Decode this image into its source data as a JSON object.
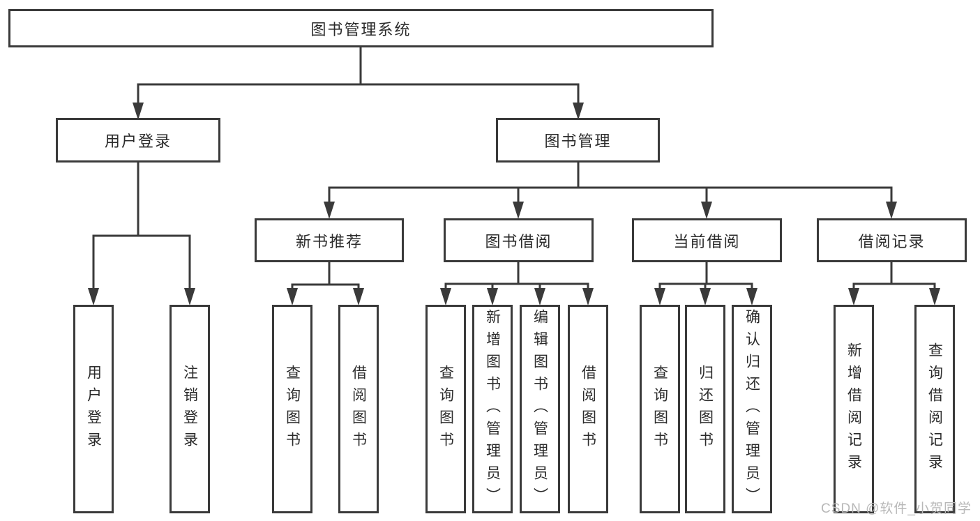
{
  "diagram": {
    "root": {
      "label": "图书管理系统"
    },
    "branches": [
      {
        "label": "用户登录",
        "children": [
          {
            "label": "用户登录"
          },
          {
            "label": "注销登录"
          }
        ]
      },
      {
        "label": "图书管理",
        "children": [
          {
            "label": "新书推荐",
            "children": [
              {
                "label": "查询图书"
              },
              {
                "label": "借阅图书"
              }
            ]
          },
          {
            "label": "图书借阅",
            "children": [
              {
                "label": "查询图书"
              },
              {
                "label": "新增图书（管理员）"
              },
              {
                "label": "编辑图书（管理员）"
              },
              {
                "label": "借阅图书"
              }
            ]
          },
          {
            "label": "当前借阅",
            "children": [
              {
                "label": "查询图书"
              },
              {
                "label": "归还图书"
              },
              {
                "label": "确认归还（管理员）"
              }
            ]
          },
          {
            "label": "借阅记录",
            "children": [
              {
                "label": "新增借阅记录"
              },
              {
                "label": "查询借阅记录"
              }
            ]
          }
        ]
      }
    ],
    "watermark": "CSDN @软件_小贺同学",
    "colors": {
      "line": "#3a3a3a",
      "text": "#2b2b2b",
      "watermark": "#b8b8b8",
      "background": "#ffffff"
    }
  }
}
